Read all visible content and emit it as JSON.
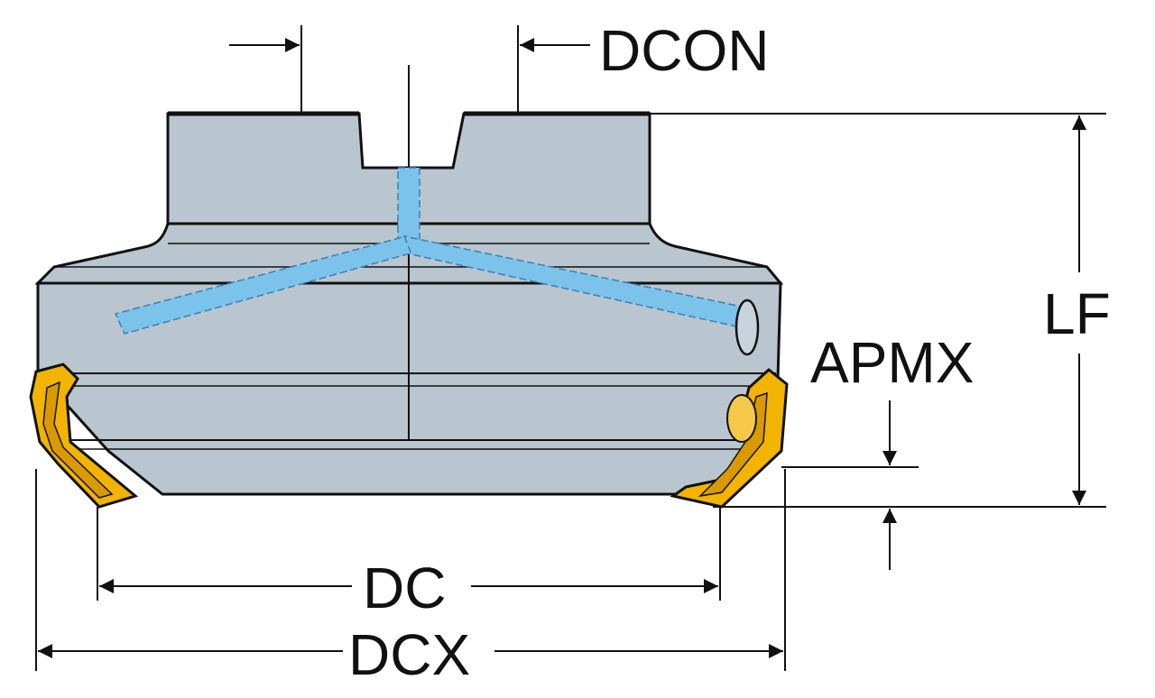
{
  "labels": {
    "dcon": "DCON",
    "lf": "LF",
    "apmx": "APMX",
    "dc": "DC",
    "dcx": "DCX"
  },
  "colors": {
    "body": "#b9c5cf",
    "body_shade": "#a6b3be",
    "outline": "#111111",
    "coolant": "#7cc3ec",
    "insert": "#f2b400",
    "insert_dark": "#8a6400",
    "dimension": "#111111"
  }
}
